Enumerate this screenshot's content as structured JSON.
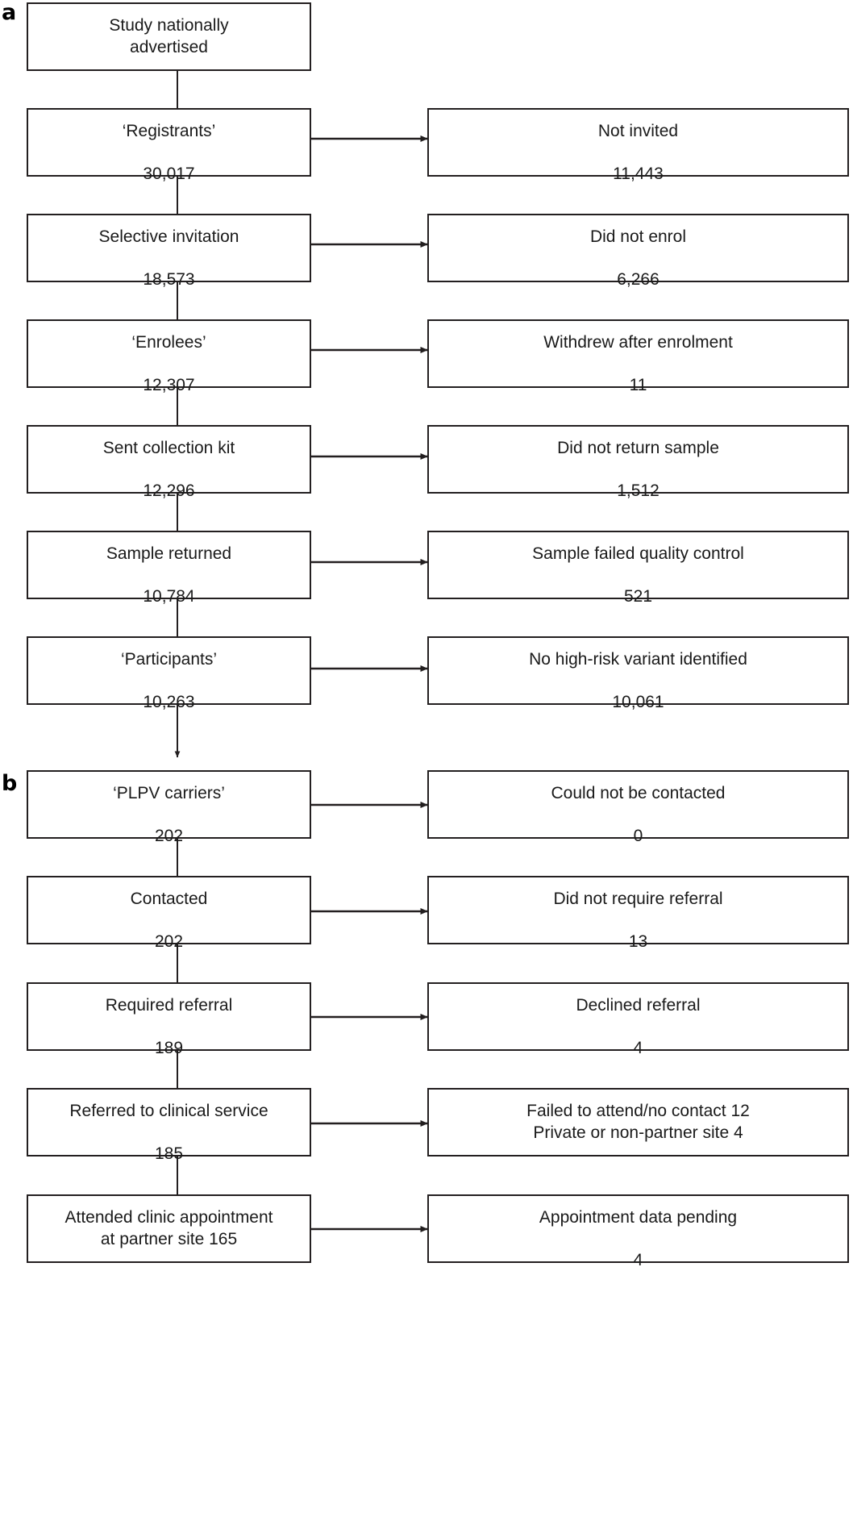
{
  "figure": {
    "panels": [
      {
        "id": "a",
        "label": "a"
      },
      {
        "id": "b",
        "label": "b"
      }
    ]
  },
  "flow": {
    "main_nodes": [
      {
        "id": "study-advertised",
        "title": "Study nationally\nadvertised",
        "count": ""
      },
      {
        "id": "registrants",
        "title": "‘Registrants’",
        "count": "30,017"
      },
      {
        "id": "selective-invitation",
        "title": "Selective invitation",
        "count": "18,573"
      },
      {
        "id": "enrolees",
        "title": "‘Enrolees’",
        "count": "12,307"
      },
      {
        "id": "sent-collection-kit",
        "title": "Sent collection kit",
        "count": "12,296"
      },
      {
        "id": "sample-returned",
        "title": "Sample returned",
        "count": "10,784"
      },
      {
        "id": "participants",
        "title": "‘Participants’",
        "count": "10,263"
      },
      {
        "id": "plpv-carriers",
        "title": "‘PLPV carriers’",
        "count": "202"
      },
      {
        "id": "contacted",
        "title": "Contacted",
        "count": "202"
      },
      {
        "id": "required-referral",
        "title": "Required referral",
        "count": "189"
      },
      {
        "id": "referred-clinical",
        "title": "Referred to clinical service",
        "count": "185"
      },
      {
        "id": "attended-clinic",
        "title": "Attended clinic appointment\nat partner site 165",
        "count": ""
      }
    ],
    "exclusion_nodes": [
      {
        "id": "not-invited",
        "title": "Not invited",
        "count": "11,443"
      },
      {
        "id": "did-not-enrol",
        "title": "Did not enrol",
        "count": "6,266"
      },
      {
        "id": "withdrew",
        "title": "Withdrew after enrolment",
        "count": "11"
      },
      {
        "id": "no-sample-returned",
        "title": "Did not return sample",
        "count": "1,512"
      },
      {
        "id": "failed-qc",
        "title": "Sample failed quality control",
        "count": "521"
      },
      {
        "id": "no-high-risk-variant",
        "title": "No high-risk variant identified",
        "count": "10,061"
      },
      {
        "id": "not-contacted",
        "title": "Could not be contacted",
        "count": "0"
      },
      {
        "id": "no-referral-required",
        "title": "Did not require referral",
        "count": "13"
      },
      {
        "id": "declined-referral",
        "title": "Declined referral",
        "count": "4"
      },
      {
        "id": "failed-attend",
        "title": "Failed to attend/no contact 12\nPrivate or non-partner site 4",
        "count": ""
      },
      {
        "id": "data-pending",
        "title": "Appointment data pending",
        "count": "4"
      }
    ]
  },
  "style": {
    "stroke_color": "#231f20",
    "text_color": "#1a1a1a",
    "background": "#ffffff"
  }
}
